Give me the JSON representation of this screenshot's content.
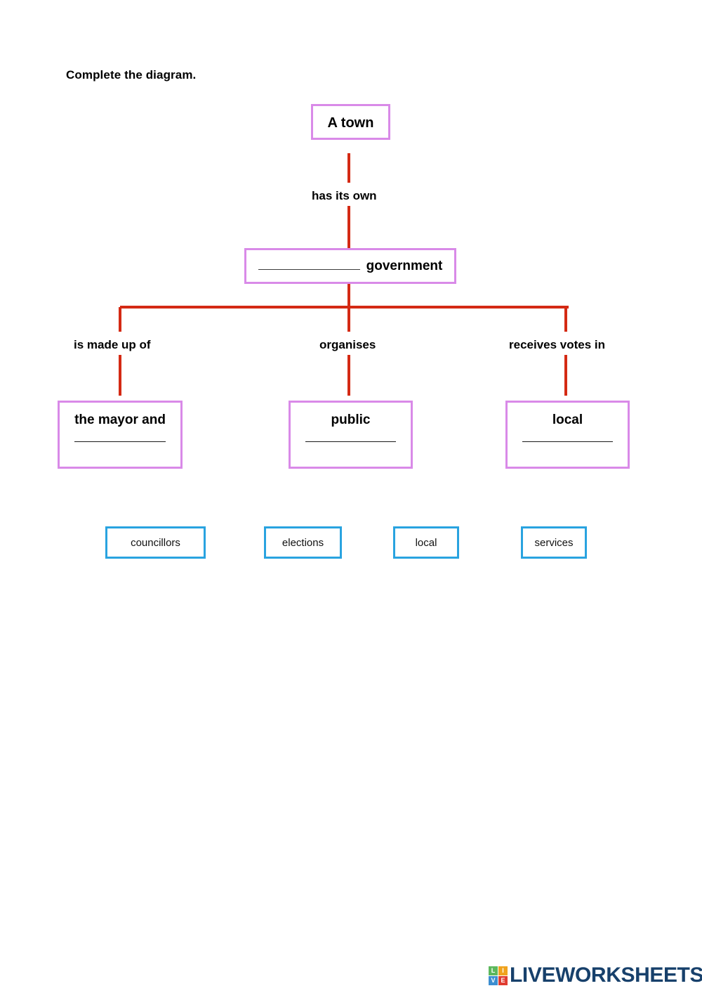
{
  "worksheet": {
    "instruction": "Complete the diagram."
  },
  "diagram": {
    "top_box": {
      "label": "A town"
    },
    "connector_captions": {
      "has_its_own": "has its own",
      "is_made_up_of": "is made up of",
      "organises": "organises",
      "receives_votes_in": "receives votes in"
    },
    "government_box": {
      "blank": "",
      "word": "government"
    },
    "answer_boxes": [
      {
        "label": "the mayor and",
        "blank": ""
      },
      {
        "label": "public",
        "blank": ""
      },
      {
        "label": "local",
        "blank": ""
      }
    ]
  },
  "word_bank": [
    {
      "word": "councillors"
    },
    {
      "word": "elections"
    },
    {
      "word": "local"
    },
    {
      "word": "services"
    }
  ],
  "footer": {
    "logo_tiles": [
      "L",
      "I",
      "V",
      "E"
    ],
    "logo_text": "LIVEWORKSHEETS"
  },
  "colors": {
    "concept_box_border": "#d98ae8",
    "word_bank_border": "#29a3e0",
    "connector": "#d42a14",
    "logo_text": "#17406b"
  }
}
